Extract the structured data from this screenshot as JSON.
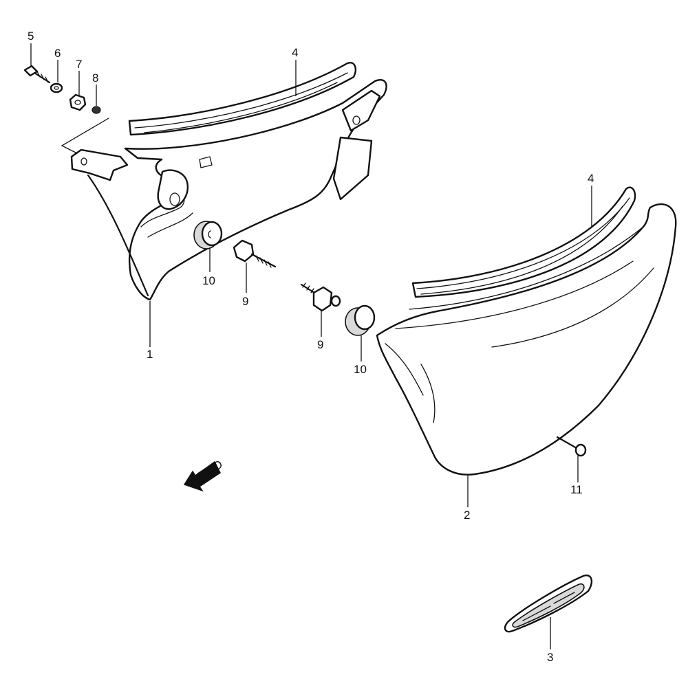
{
  "callouts": {
    "c1": "1",
    "c2": "2",
    "c3": "3",
    "c4a": "4",
    "c4b": "4",
    "c5": "5",
    "c6": "6",
    "c7": "7",
    "c8": "8",
    "c9a": "9",
    "c9b": "9",
    "c10a": "10",
    "c10b": "10",
    "c11": "11"
  },
  "direction_marker": "FWD",
  "icons": {
    "direction": "fwd-arrow-icon"
  }
}
